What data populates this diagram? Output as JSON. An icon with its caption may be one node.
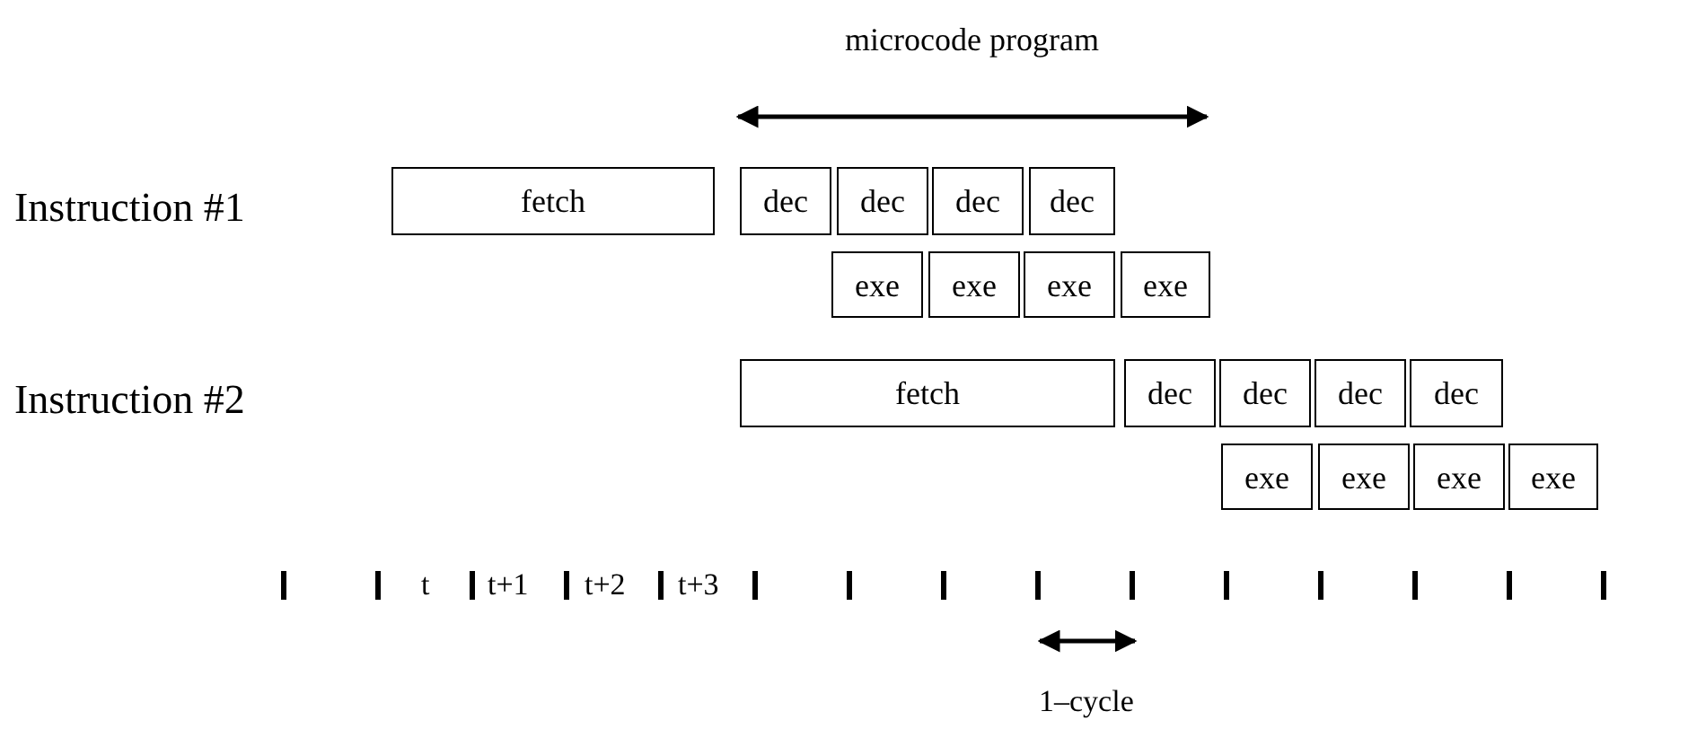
{
  "diagram": {
    "nodes": [
      {
        "text": [
          "fetch"
        ]
      },
      {
        "text": [
          "dec"
        ]
      },
      {
        "text": [
          "dec"
        ]
      },
      {
        "text": [
          "dec"
        ]
      },
      {
        "text": [
          "dec"
        ]
      },
      {
        "text": [
          "exe"
        ]
      },
      {
        "text": [
          "exe"
        ]
      },
      {
        "text": [
          "exe"
        ]
      },
      {
        "text": [
          "exe"
        ]
      },
      {
        "text": [
          "fetch"
        ]
      },
      {
        "text": [
          "dec"
        ]
      },
      {
        "text": [
          "dec"
        ]
      },
      {
        "text": [
          "dec"
        ]
      },
      {
        "text": [
          "dec"
        ]
      },
      {
        "text": [
          "exe"
        ]
      },
      {
        "text": [
          "exe"
        ]
      },
      {
        "text": [
          "exe"
        ]
      },
      {
        "text": [
          "exe"
        ]
      }
    ],
    "labels": [
      "microcode program",
      "Instruction #1",
      "Instruction #2",
      "t",
      "t+1",
      "t+2",
      "t+3",
      "1–cycle"
    ]
  }
}
